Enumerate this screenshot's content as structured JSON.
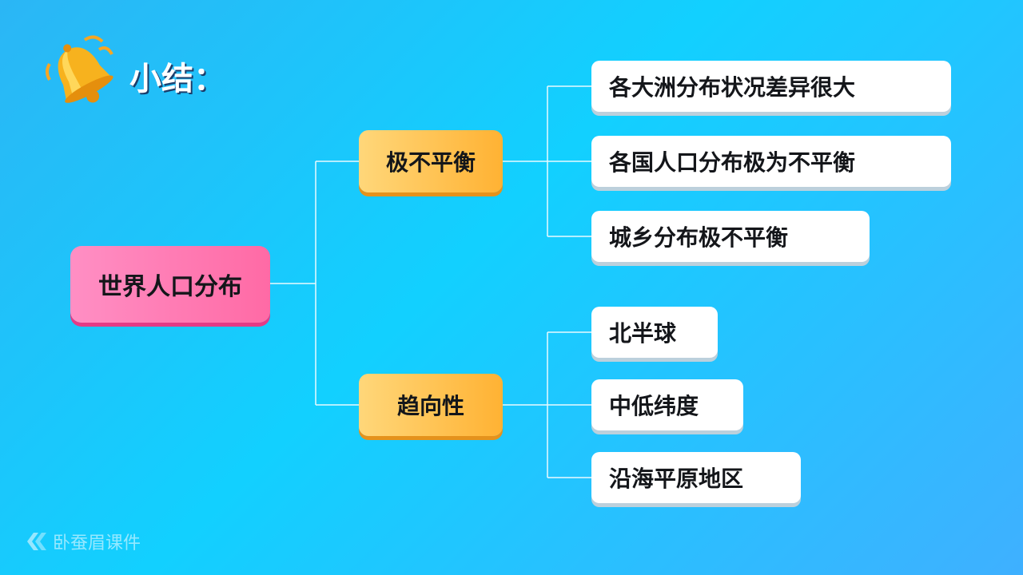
{
  "title": "小结：",
  "root": "世界人口分布",
  "branches": [
    {
      "label": "极不平衡",
      "leaves": [
        "各大洲分布状况差异很大",
        "各国人口分布极为不平衡",
        "城乡分布极不平衡"
      ]
    },
    {
      "label": "趋向性",
      "leaves": [
        "北半球",
        "中低纬度",
        "沿海平原地区"
      ]
    }
  ],
  "watermark": "卧蚕眉课件",
  "colors": {
    "root": "#ff6aa5",
    "branch": "#ffb233",
    "leaf": "#ffffff",
    "line": "#ffffff"
  },
  "icons": {
    "header": "bell-icon",
    "watermark": "logo-icon"
  }
}
